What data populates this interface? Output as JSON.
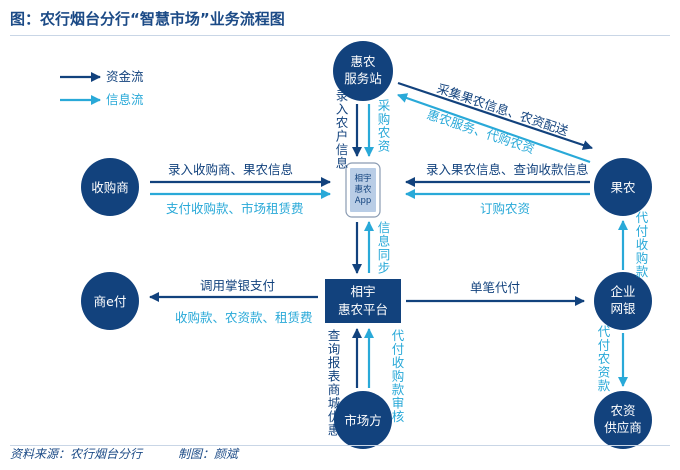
{
  "title": "图：农行烟台分行“智慧市场”业务流程图",
  "source": "资料来源：农行烟台分行　　　制图：颜斌",
  "legend": {
    "fund": "资金流",
    "info": "信息流"
  },
  "colors": {
    "fund": "#12427d",
    "info": "#29a9d8"
  },
  "nodes": {
    "service_station": [
      "惠农",
      "服务站"
    ],
    "buyer": "收购商",
    "farmer": "果农",
    "merchant_pay": "商e付",
    "bank": [
      "企业",
      "网银"
    ],
    "market": "市场方",
    "supplier": [
      "农资",
      "供应商"
    ],
    "platform": [
      "相宇",
      "惠农平台"
    ],
    "app": [
      "相宇",
      "惠农",
      "App"
    ]
  },
  "labels": {
    "svc_farmer_fund": "采集果农信息、农资配送",
    "svc_farmer_info": "惠农服务、代购农资",
    "buyer_app_fund": "录入收购商、果农信息",
    "buyer_app_info": "支付收购款、市场租赁费",
    "farmer_app_fund": "录入果农信息、查询收款信息",
    "farmer_app_info": "订购农资",
    "platform_pay_fund": "调用掌银支付",
    "platform_pay_info": "收购款、农资款、租赁费",
    "platform_bank_fund": "单笔代付",
    "svc_app_fund": "录入农户信息",
    "svc_app_info": "采购农资",
    "app_platform_info": "信息同步",
    "market_platform_fund": "查询报表商城优惠",
    "market_platform_info": "代付收购款审核",
    "bank_farmer_info": "代付收购款",
    "bank_supplier_info": "代付农资款"
  }
}
